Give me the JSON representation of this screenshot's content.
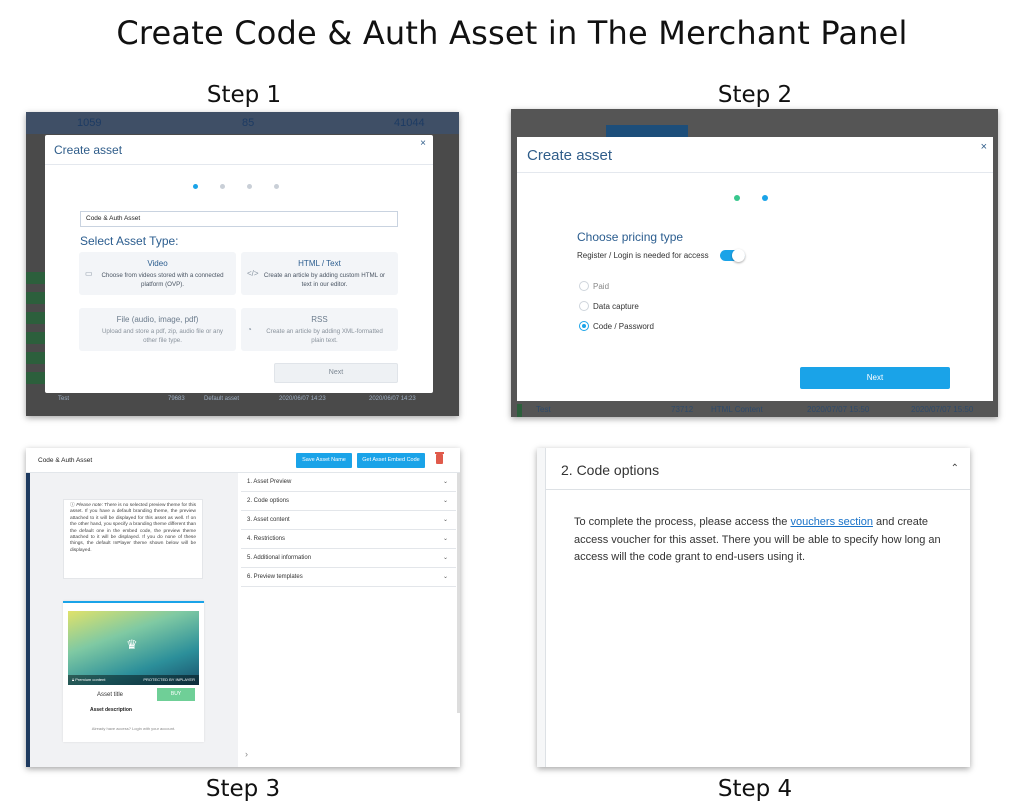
{
  "title": "Create Code & Auth Asset in The Merchant Panel",
  "labels": {
    "step1": "Step 1",
    "step2": "Step 2",
    "step3": "Step 3",
    "step4": "Step 4"
  },
  "step1": {
    "bg_values": [
      "1059",
      "85",
      "41044"
    ],
    "bg_row": {
      "name": "Test",
      "id": "79683",
      "type": "Default asset",
      "date1": "2020/06/07 14:23",
      "date2": "2020/06/07 14:23"
    },
    "modal_title": "Create asset",
    "close": "×",
    "asset_name": "Code & Auth Asset",
    "select_type": "Select Asset Type:",
    "cards": [
      {
        "title": "Video",
        "desc": "Choose from videos stored with a connected platform (OVP).",
        "icon": "video-icon"
      },
      {
        "title": "HTML / Text",
        "desc": "Create an article by adding custom HTML or text in our editor.",
        "icon": "code-icon"
      },
      {
        "title": "File (audio, image, pdf)",
        "desc": "Upload and store a pdf, zip, audio file or any other file type.",
        "icon": "file-icon"
      },
      {
        "title": "RSS",
        "desc": "Create an article by adding XML-formatted plain text.",
        "icon": "rss-icon"
      }
    ],
    "next": "Next"
  },
  "step2": {
    "modal_title": "Create asset",
    "close": "×",
    "pricing_title": "Choose pricing type",
    "register_label": "Register / Login is needed for access",
    "options": [
      "Paid",
      "Data capture",
      "Code / Password"
    ],
    "selected": "Code / Password",
    "next": "Next",
    "bg_row": {
      "name": "Test",
      "id": "73712",
      "type": "HTML Content",
      "date1": "2020/07/07 15:50",
      "date2": "2020/07/07 15:50"
    }
  },
  "step3": {
    "title": "Code & Auth Asset",
    "save_name": "Save Asset Name",
    "embed_code": "Get Asset Embed Code",
    "note_label": "Please note:",
    "note": "There is no selected preview theme for this asset. If you have a default branding theme, the preview attached to it will be displayed for this asset as well. If on the other hand, you specify a branding theme different than the default one in the embed code, the preview theme attached to it will be displayed. If you do none of these things, the default InPlayer theme shown below will be displayed.",
    "premium": "Premium content",
    "protected": "PROTECTED BY INPLAYER",
    "asset_title": "Asset title",
    "buy": "BUY",
    "asset_desc": "Asset description",
    "already": "Already have access? Login with your account.",
    "sections": [
      "1. Asset Preview",
      "2. Code options",
      "3. Asset content",
      "4. Restrictions",
      "5. Additional information",
      "6. Preview templates"
    ]
  },
  "step4": {
    "title": "2. Code options",
    "text_before": "To complete the process, please access the ",
    "link": "vouchers section",
    "text_after": " and create access voucher for this asset. There you will be able to specify how long an access will the code grant to end-users using it."
  },
  "colors": {
    "accent": "#1aa3e8",
    "heading_blue": "#2b5d8f",
    "buy_green": "#6fcf97",
    "trash_red": "#e05a4b"
  }
}
